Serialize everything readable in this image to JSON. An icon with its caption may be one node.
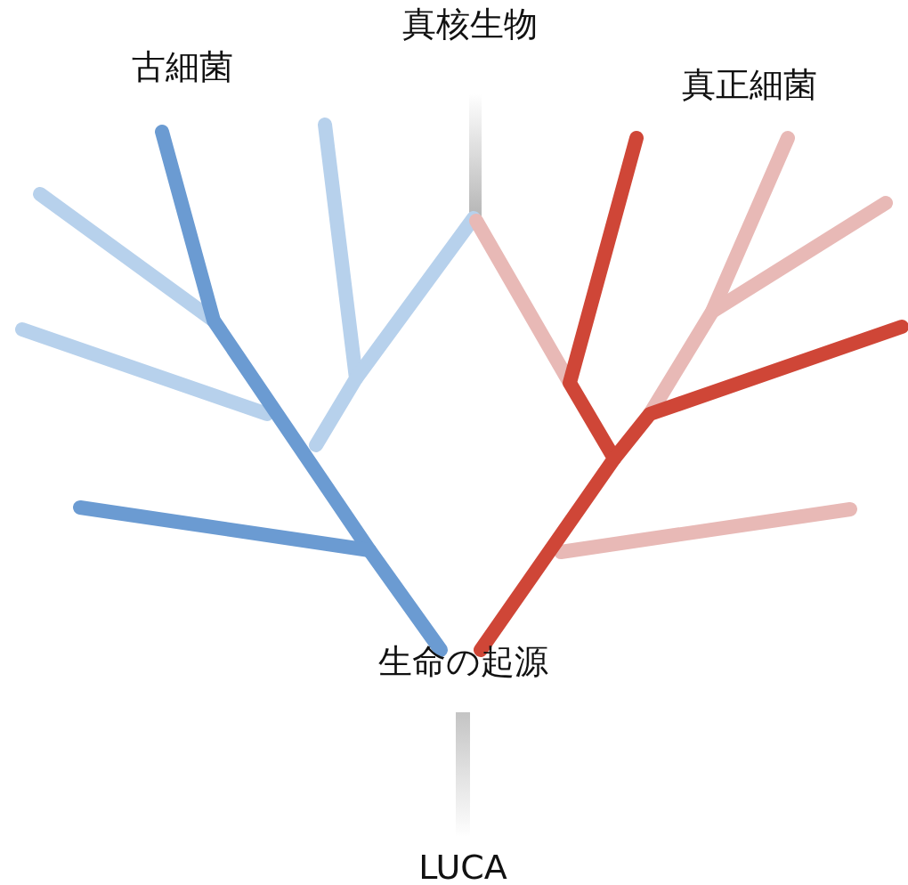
{
  "diagram": {
    "labels": [
      "真核生物",
      "古細菌",
      "真正細菌",
      "生命の起源",
      "LUCA"
    ]
  }
}
